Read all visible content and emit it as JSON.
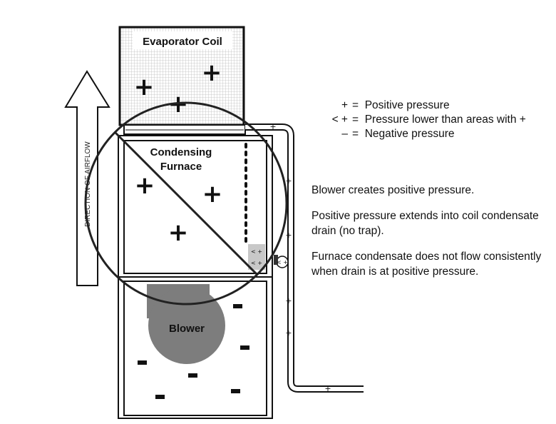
{
  "labels": {
    "evaporator": "Evaporator Coil",
    "furnace_line1": "Condensing",
    "furnace_line2": "Furnace",
    "blower": "Blower",
    "airflow": "DIRECTION OF AIRFLOW"
  },
  "legend": [
    {
      "symbol": "+",
      "eq": "=",
      "text": "Positive pressure"
    },
    {
      "symbol": "< +",
      "eq": "=",
      "text": "Pressure lower than areas with +"
    },
    {
      "symbol": "–",
      "eq": "=",
      "text": "Negative pressure"
    }
  ],
  "notes": [
    "Blower creates positive pressure.",
    "Positive pressure extends into coil condensate drain (no trap).",
    "Furnace condensate does not flow consistently when drain is at positive pressure."
  ],
  "marks": {
    "plus": "+",
    "minus": "–",
    "lower": "< +"
  }
}
